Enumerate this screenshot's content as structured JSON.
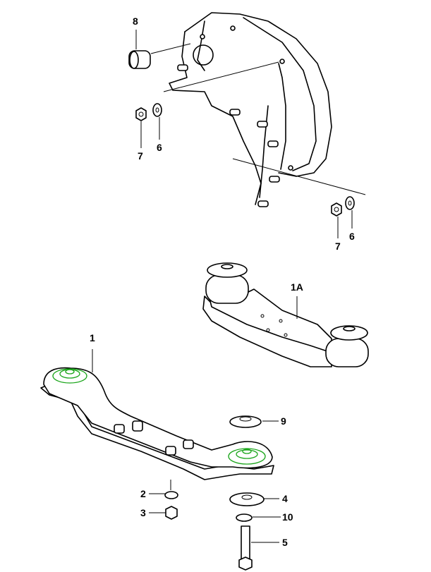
{
  "callouts": {
    "c8": "8",
    "c7_top": "7",
    "c6_top": "6",
    "c7_right": "7",
    "c6_right": "6",
    "c1A": "1A",
    "c1": "1",
    "c9": "9",
    "c2": "2",
    "c4": "4",
    "c3": "3",
    "c10": "10",
    "c5": "5"
  },
  "colors": {
    "line": "#000000",
    "highlight": "#1aa51a"
  }
}
